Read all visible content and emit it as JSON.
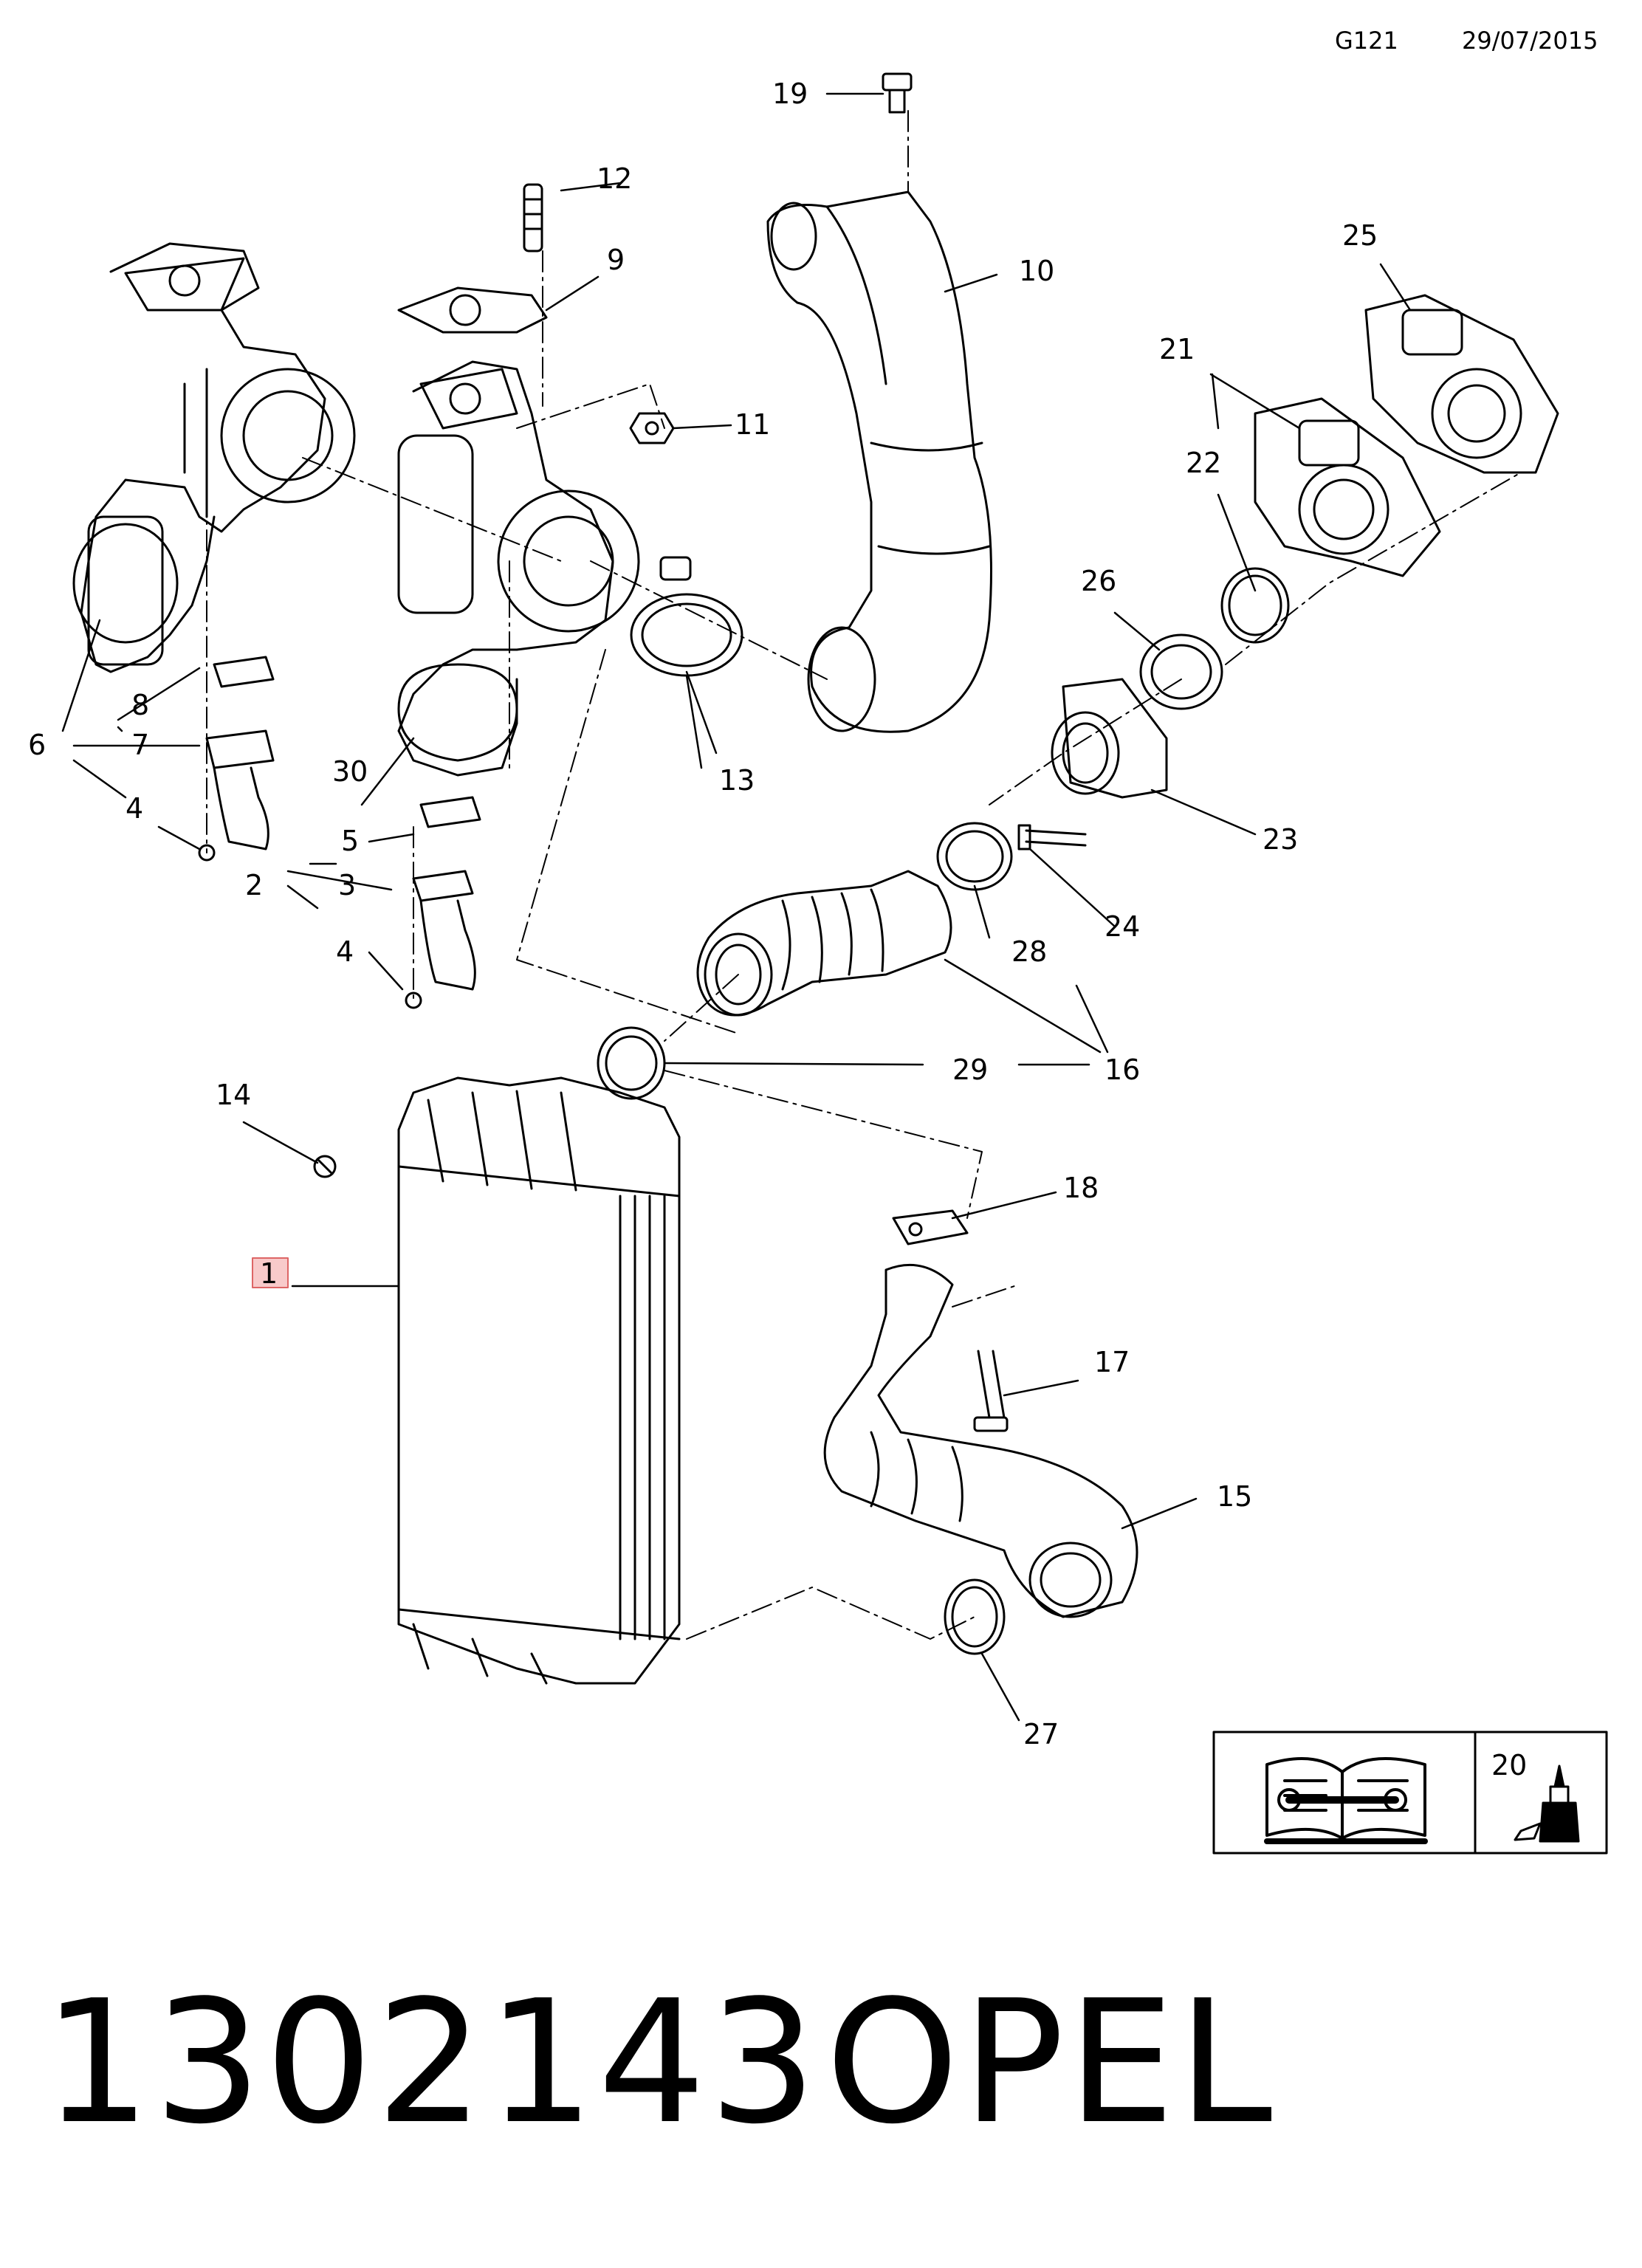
{
  "header": {
    "code": "G121",
    "date": "29/07/2015"
  },
  "footer": {
    "part_number": "1302143",
    "brand": "OPEL"
  },
  "highlight_color": "#f4a7a7",
  "callouts": {
    "c1": "1",
    "c2": "2",
    "c3a": "3",
    "c4a": "4",
    "c4b": "4",
    "c5": "5",
    "c6": "6",
    "c7": "7",
    "c8": "8",
    "c9": "9",
    "c10": "10",
    "c11": "11",
    "c12": "12",
    "c13": "13",
    "c14": "14",
    "c15": "15",
    "c16a": "16",
    "c17": "17",
    "c18": "18",
    "c19": "19",
    "c20": "20",
    "c21": "21",
    "c22": "22",
    "c23": "23",
    "c24": "24",
    "c25": "25",
    "c26": "26",
    "c27": "27",
    "c28": "28",
    "c29": "29",
    "c30": "30"
  },
  "legend": {
    "manual_icon": "book-wrench-icon",
    "sealant_icon": "sealant-tube-icon"
  }
}
